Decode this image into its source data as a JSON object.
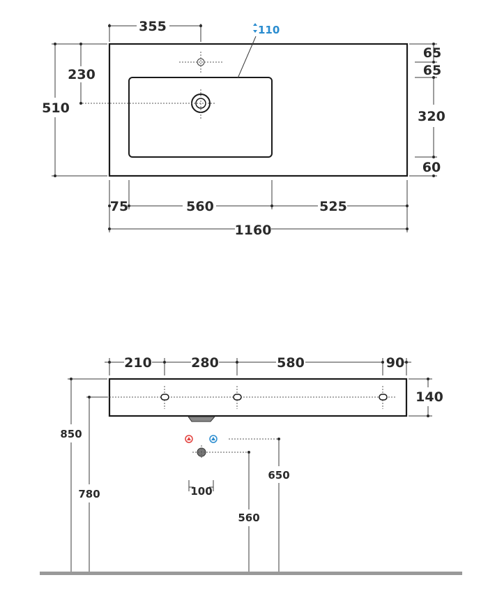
{
  "top_view": {
    "dim_355": "355",
    "dim_110": "110",
    "dim_230": "230",
    "dim_510": "510",
    "dim_65a": "65",
    "dim_65b": "65",
    "dim_320": "320",
    "dim_60": "60",
    "dim_75": "75",
    "dim_560": "560",
    "dim_525": "525",
    "dim_1160": "1160"
  },
  "front_view": {
    "dim_210": "210",
    "dim_280": "280",
    "dim_580": "580",
    "dim_90": "90",
    "dim_140": "140",
    "dim_850": "850",
    "dim_780": "780",
    "dim_650": "650",
    "dim_560": "560",
    "dim_100": "100"
  },
  "colors": {
    "hot": "#e2403c",
    "cold": "#2a8ccf",
    "floor": "#999999"
  }
}
